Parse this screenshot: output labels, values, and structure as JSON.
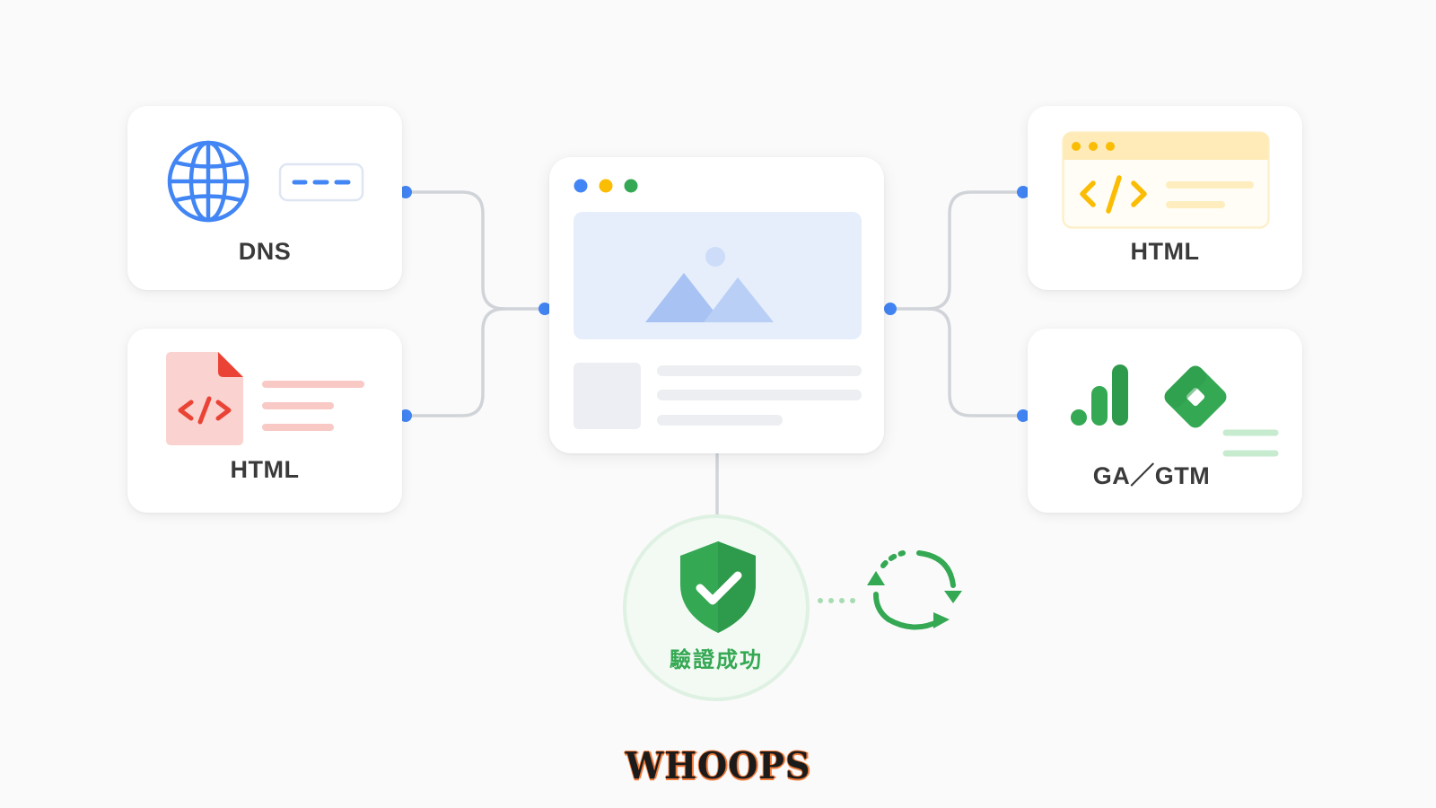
{
  "diagram": {
    "methods": {
      "dns": {
        "label": "DNS"
      },
      "html_file": {
        "label": "HTML"
      },
      "html_tag": {
        "label": "HTML"
      },
      "ga_gtm": {
        "label": "GA／GTM"
      }
    },
    "status": {
      "label": "驗證成功"
    },
    "brand": {
      "text": "WHOOPS"
    }
  },
  "colors": {
    "blue": "#4285f4",
    "red": "#ea4335",
    "yellow": "#fbbc04",
    "green": "#34a853",
    "connector": "#d0d4d9"
  },
  "icons": {
    "dns": [
      "globe-icon",
      "dashed-field-icon"
    ],
    "html_file": [
      "html-file-icon"
    ],
    "html_tag": [
      "code-window-icon"
    ],
    "ga_gtm": [
      "analytics-bars-icon",
      "tag-manager-icon"
    ],
    "site": [
      "browser-window-icon",
      "image-placeholder-icon"
    ],
    "status": [
      "shield-check-icon",
      "sync-icon"
    ]
  }
}
